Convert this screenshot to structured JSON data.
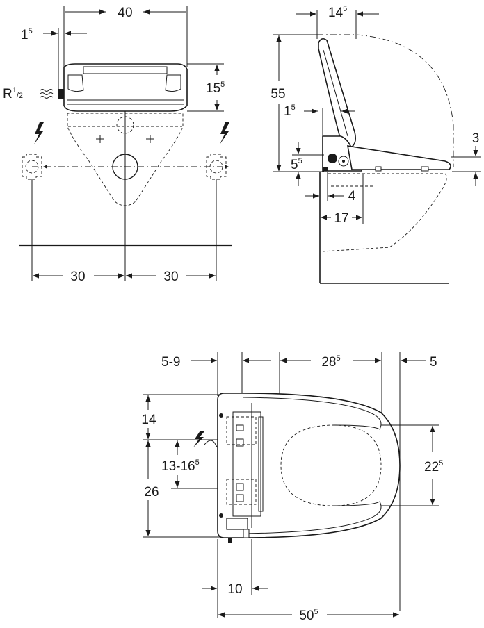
{
  "front_view": {
    "width": "40",
    "offset": {
      "base": "1",
      "sup": "5"
    },
    "connection": {
      "base": "R",
      "sup": "1",
      "sub": "/2"
    },
    "height": {
      "base": "15",
      "sup": "5"
    },
    "spacing_left": "30",
    "spacing_right": "30"
  },
  "side_view": {
    "top_offset": {
      "base": "14",
      "sup": "5"
    },
    "height": "55",
    "hinge_offset": {
      "base": "1",
      "sup": "5"
    },
    "base_height": {
      "base": "5",
      "sup": "5"
    },
    "right_gap": "3",
    "hinge_distance": "4",
    "depth": "17"
  },
  "top_view": {
    "wall_range": "5-9",
    "inner_width": {
      "base": "28",
      "sup": "5"
    },
    "right_gap": "5",
    "upper_height": "14",
    "supply_range": {
      "base": "13-16",
      "sup": "5"
    },
    "lower_height": "26",
    "bowl_height": {
      "base": "22",
      "sup": "5"
    },
    "connector_width": "10",
    "total_length": {
      "base": "50",
      "sup": "5"
    }
  },
  "icons": [
    "electric-supply-icon",
    "water-supply-icon"
  ]
}
